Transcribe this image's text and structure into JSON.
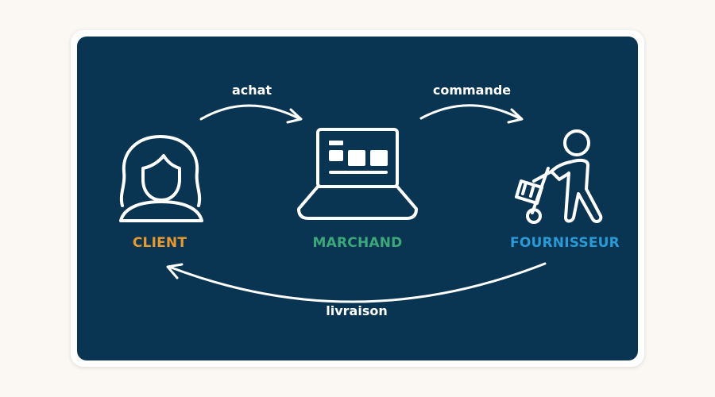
{
  "nodes": {
    "client": {
      "label": "CLIENT",
      "color": "#e89a2f",
      "icon": "person-icon"
    },
    "merchant": {
      "label": "MARCHAND",
      "color": "#3aa87a",
      "icon": "laptop-icon"
    },
    "supplier": {
      "label": "FOURNISSEUR",
      "color": "#2a9ad6",
      "icon": "delivery-worker-icon"
    }
  },
  "flows": {
    "purchase": "achat",
    "order": "commande",
    "delivery": "livraison"
  },
  "colors": {
    "background": "#fbf8f3",
    "panel": "#0a3552",
    "line": "#ffffff"
  }
}
